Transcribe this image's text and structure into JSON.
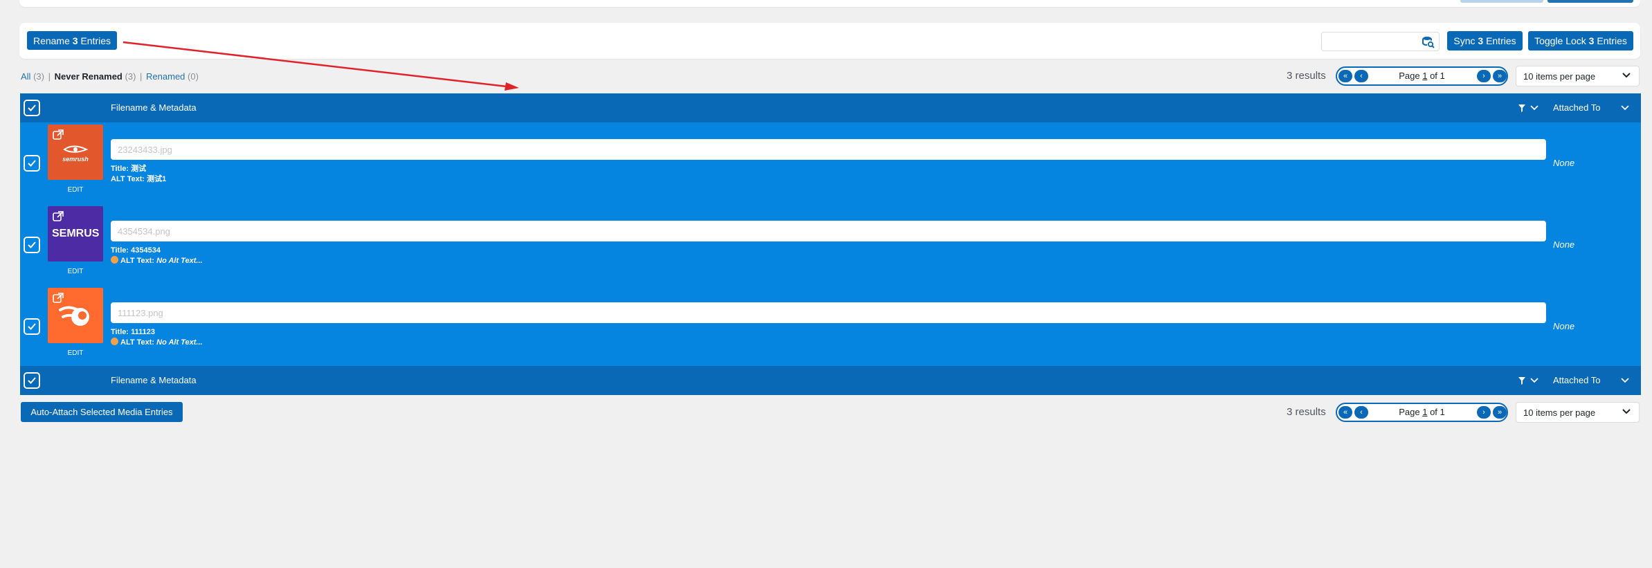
{
  "toolbar": {
    "rename_prefix": "Rename",
    "rename_count": "3",
    "rename_suffix": "Entries",
    "sync_prefix": "Sync",
    "sync_count": "3",
    "sync_suffix": "Entries",
    "lock_prefix": "Toggle Lock",
    "lock_count": "3",
    "lock_suffix": "Entries",
    "search_value": ""
  },
  "filters": {
    "all_label": "All",
    "all_count": "(3)",
    "separator": "|",
    "never_label": "Never Renamed",
    "never_count": "(3)",
    "renamed_label": "Renamed",
    "renamed_count": "(0)"
  },
  "pagination": {
    "results": "3 results",
    "page_label": "Page",
    "page_current": "1",
    "page_of": "of 1",
    "per_page": "10 items per page"
  },
  "table": {
    "col_filename": "Filename & Metadata",
    "col_attached": "Attached To",
    "edit_label": "EDIT",
    "title_label": "Title:",
    "alt_label": "ALT Text:",
    "rows": [
      {
        "thumb_text": "semrush",
        "filename": "23243433.jpg",
        "title": "测试",
        "alt": "测试1",
        "alt_missing": false,
        "attached": "None",
        "thumb_color": "#e2572c"
      },
      {
        "thumb_text": "SEMRUS",
        "filename": "4354534.png",
        "title": "4354534",
        "alt": "No Alt Text...",
        "alt_missing": true,
        "attached": "None",
        "thumb_color": "#4d2ba5"
      },
      {
        "thumb_text": "",
        "filename": "111123.png",
        "title": "111123",
        "alt": "No Alt Text...",
        "alt_missing": true,
        "attached": "None",
        "thumb_color": "#ff6a2f"
      }
    ]
  },
  "footer": {
    "auto_attach": "Auto-Attach Selected Media Entries"
  },
  "colors": {
    "accent": "#0a69b6",
    "row_bg": "#0584e0",
    "annotation_arrow": "#e0232a"
  }
}
